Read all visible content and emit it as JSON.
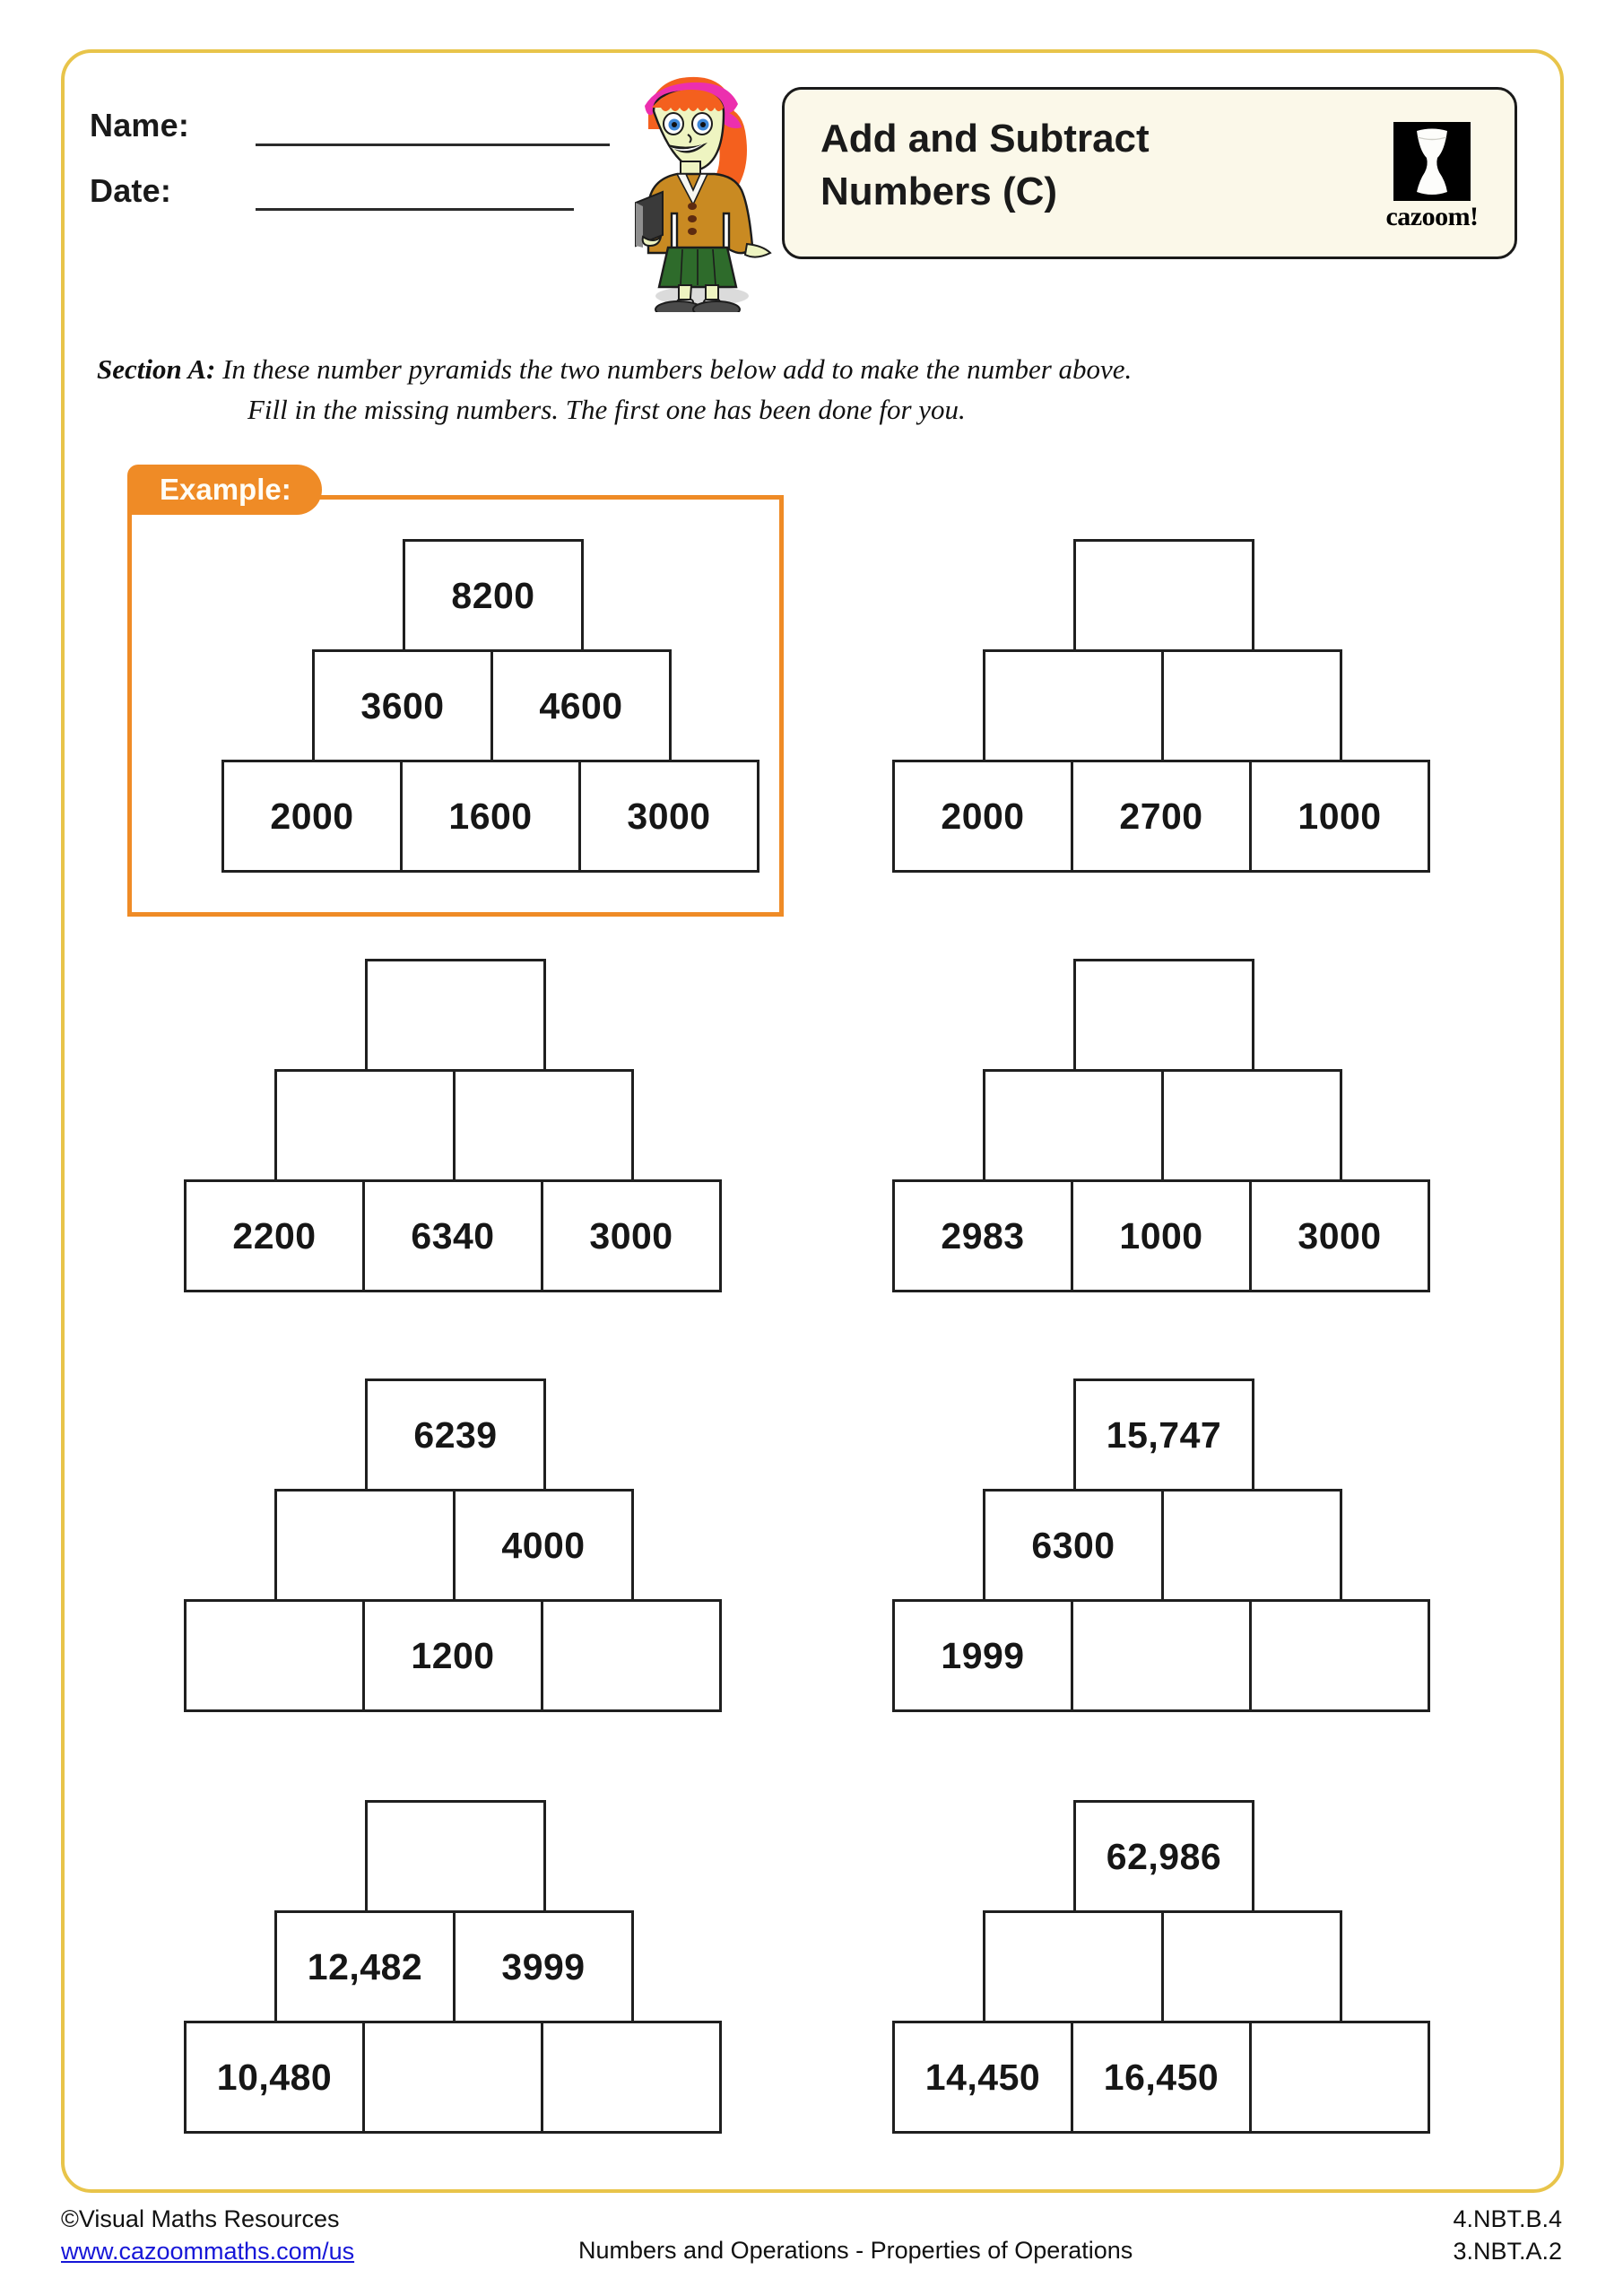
{
  "header": {
    "name_label": "Name:",
    "date_label": "Date:",
    "title": "Add and Subtract Numbers (C)",
    "logo_word": "cazoom!",
    "logo_icon": "cazoom-vase-logo"
  },
  "section": {
    "tag": "Section A:",
    "line1": "In these number pyramids the two numbers below add to make the number above.",
    "line2": "Fill in the missing numbers. The first one has been done for you."
  },
  "example": {
    "tab_label": "Example:",
    "accent_color": "#ef8b26"
  },
  "pyramids": [
    {
      "id": "example-pyramid",
      "is_example": true,
      "top": [
        "8200"
      ],
      "middle": [
        "3600",
        "4600"
      ],
      "bottom": [
        "2000",
        "1600",
        "3000"
      ]
    },
    {
      "id": "pyramid-1",
      "is_example": false,
      "top": [
        ""
      ],
      "middle": [
        "",
        ""
      ],
      "bottom": [
        "2000",
        "2700",
        "1000"
      ]
    },
    {
      "id": "pyramid-2",
      "is_example": false,
      "top": [
        ""
      ],
      "middle": [
        "",
        ""
      ],
      "bottom": [
        "2200",
        "6340",
        "3000"
      ]
    },
    {
      "id": "pyramid-3",
      "is_example": false,
      "top": [
        ""
      ],
      "middle": [
        "",
        ""
      ],
      "bottom": [
        "2983",
        "1000",
        "3000"
      ]
    },
    {
      "id": "pyramid-4",
      "is_example": false,
      "top": [
        "6239"
      ],
      "middle": [
        "",
        "4000"
      ],
      "bottom": [
        "",
        "1200",
        ""
      ]
    },
    {
      "id": "pyramid-5",
      "is_example": false,
      "top": [
        "15,747"
      ],
      "middle": [
        "6300",
        ""
      ],
      "bottom": [
        "1999",
        "",
        ""
      ]
    },
    {
      "id": "pyramid-6",
      "is_example": false,
      "top": [
        ""
      ],
      "middle": [
        "12,482",
        "3999"
      ],
      "bottom": [
        "10,480",
        "",
        ""
      ]
    },
    {
      "id": "pyramid-7",
      "is_example": false,
      "top": [
        "62,986"
      ],
      "middle": [
        "",
        ""
      ],
      "bottom": [
        "14,450",
        "16,450",
        ""
      ]
    }
  ],
  "footer": {
    "copyright": "©Visual Maths Resources",
    "url": "www.cazoommaths.com/us",
    "subject": "Numbers and Operations -  Properties of Operations",
    "standard_1": "4.NBT.B.4",
    "standard_2": "3.NBT.A.2"
  },
  "colors": {
    "page_border": "#e8c44a",
    "title_bg": "#fbf8e9",
    "example_orange": "#ef8b26",
    "link_blue": "#1616d8"
  }
}
